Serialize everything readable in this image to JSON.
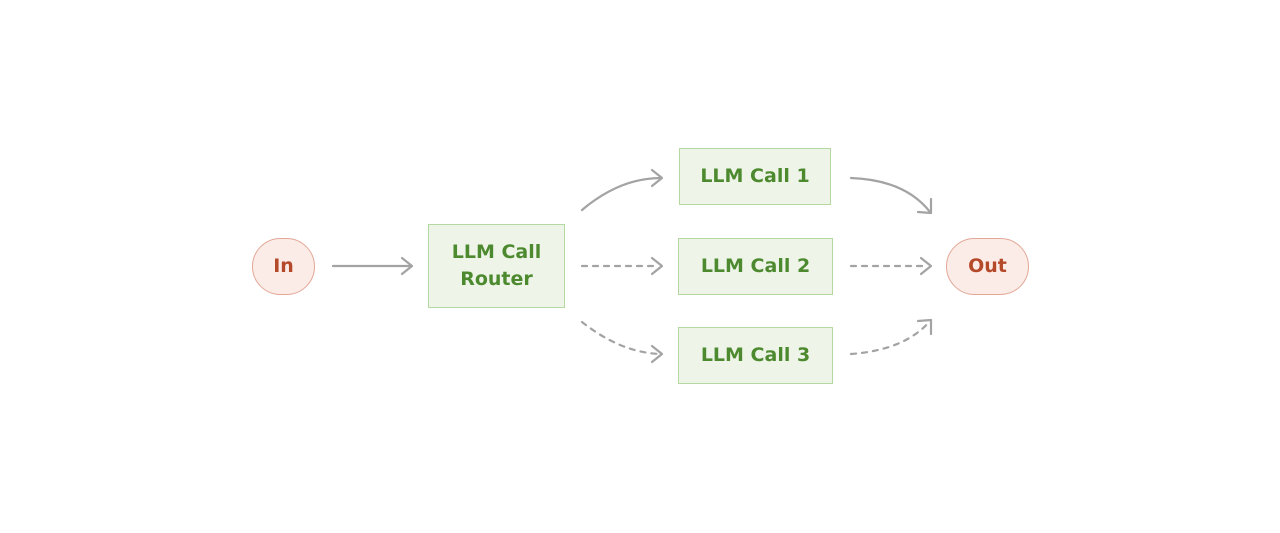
{
  "diagram": {
    "nodes": {
      "input": "In",
      "router": "LLM Call\nRouter",
      "call1": "LLM Call 1",
      "call2": "LLM Call 2",
      "call3": "LLM Call 3",
      "output": "Out"
    },
    "edges": [
      {
        "from": "input",
        "to": "router",
        "style": "solid"
      },
      {
        "from": "router",
        "to": "call1",
        "style": "solid"
      },
      {
        "from": "router",
        "to": "call2",
        "style": "dashed"
      },
      {
        "from": "router",
        "to": "call3",
        "style": "dashed"
      },
      {
        "from": "call1",
        "to": "output",
        "style": "solid"
      },
      {
        "from": "call2",
        "to": "output",
        "style": "dashed"
      },
      {
        "from": "call3",
        "to": "output",
        "style": "dashed"
      }
    ],
    "colors": {
      "edge": "#a3a3a3",
      "llm_fill": "#eef5e8",
      "llm_border": "#b3d8a0",
      "llm_text": "#4d8a2f",
      "terminal_fill": "#fbece7",
      "terminal_border": "#e3a797",
      "terminal_text": "#b54a2a"
    }
  }
}
